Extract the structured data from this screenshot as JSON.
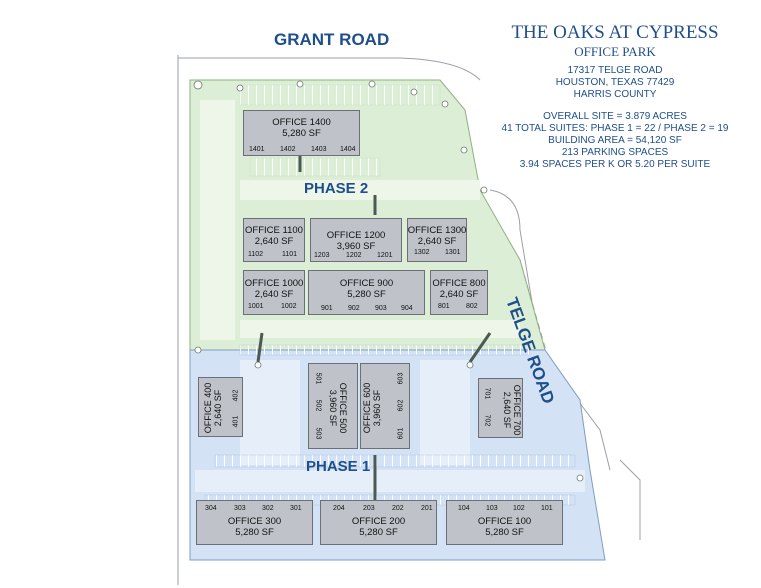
{
  "roads": {
    "north": "GRANT ROAD",
    "east": "TELGE ROAD"
  },
  "info": {
    "title": "THE OAKS AT CYPRESS",
    "subtitle": "OFFICE PARK",
    "address_line1": "17317 TELGE ROAD",
    "address_line2": "HOUSTON, TEXAS 77429",
    "address_line3": "HARRIS COUNTY",
    "stat1": "OVERALL SITE = 3.879 ACRES",
    "stat2": "41 TOTAL SUITES:  PHASE 1 = 22 / PHASE 2 = 19",
    "stat3": "BUILDING AREA = 54,120 SF",
    "stat4": "213 PARKING SPACES",
    "stat5": "3.94 SPACES PER K OR 5.20 PER SUITE"
  },
  "phases": {
    "phase2": "PHASE 2",
    "phase1": "PHASE 1"
  },
  "colors": {
    "phase2_fill": "#ddeed6",
    "phase1_fill": "#d3e2f4",
    "road_text": "#1f4e8c",
    "building": "#bfc3c9"
  },
  "buildings": {
    "o1400": {
      "name": "OFFICE 1400",
      "area": "5,280 SF",
      "suites": [
        "1401",
        "1402",
        "1403",
        "1404"
      ]
    },
    "o1100": {
      "name": "OFFICE 1100",
      "area": "2,640 SF",
      "suites": [
        "1102",
        "1101"
      ]
    },
    "o1200": {
      "name": "OFFICE 1200",
      "area": "3,960 SF",
      "suites": [
        "1203",
        "1202",
        "1201"
      ]
    },
    "o1300": {
      "name": "OFFICE 1300",
      "area": "2,640 SF",
      "suites": [
        "1302",
        "1301"
      ]
    },
    "o1000": {
      "name": "OFFICE 1000",
      "area": "2,640 SF",
      "suites": [
        "1001",
        "1002"
      ]
    },
    "o900": {
      "name": "OFFICE 900",
      "area": "5,280 SF",
      "suites": [
        "901",
        "902",
        "903",
        "904"
      ]
    },
    "o800": {
      "name": "OFFICE 800",
      "area": "2,640 SF",
      "suites": [
        "801",
        "802"
      ]
    },
    "o400": {
      "name": "OFFICE 400",
      "area": "2,640 SF",
      "suites": [
        "402",
        "401"
      ]
    },
    "o500": {
      "name": "OFFICE 500",
      "area": "3,960 SF",
      "suites": [
        "501",
        "502",
        "503"
      ]
    },
    "o600": {
      "name": "OFFICE 600",
      "area": "3,960 SF",
      "suites": [
        "603",
        "602",
        "601"
      ]
    },
    "o700": {
      "name": "OFFICE 700",
      "area": "2,640 SF",
      "suites": [
        "701",
        "702"
      ]
    },
    "o300": {
      "name": "OFFICE 300",
      "area": "5,280 SF",
      "suites": [
        "304",
        "303",
        "302",
        "301"
      ]
    },
    "o200": {
      "name": "OFFICE 200",
      "area": "5,280 SF",
      "suites": [
        "204",
        "203",
        "202",
        "201"
      ]
    },
    "o100": {
      "name": "OFFICE 100",
      "area": "5,280 SF",
      "suites": [
        "104",
        "103",
        "102",
        "101"
      ]
    }
  }
}
